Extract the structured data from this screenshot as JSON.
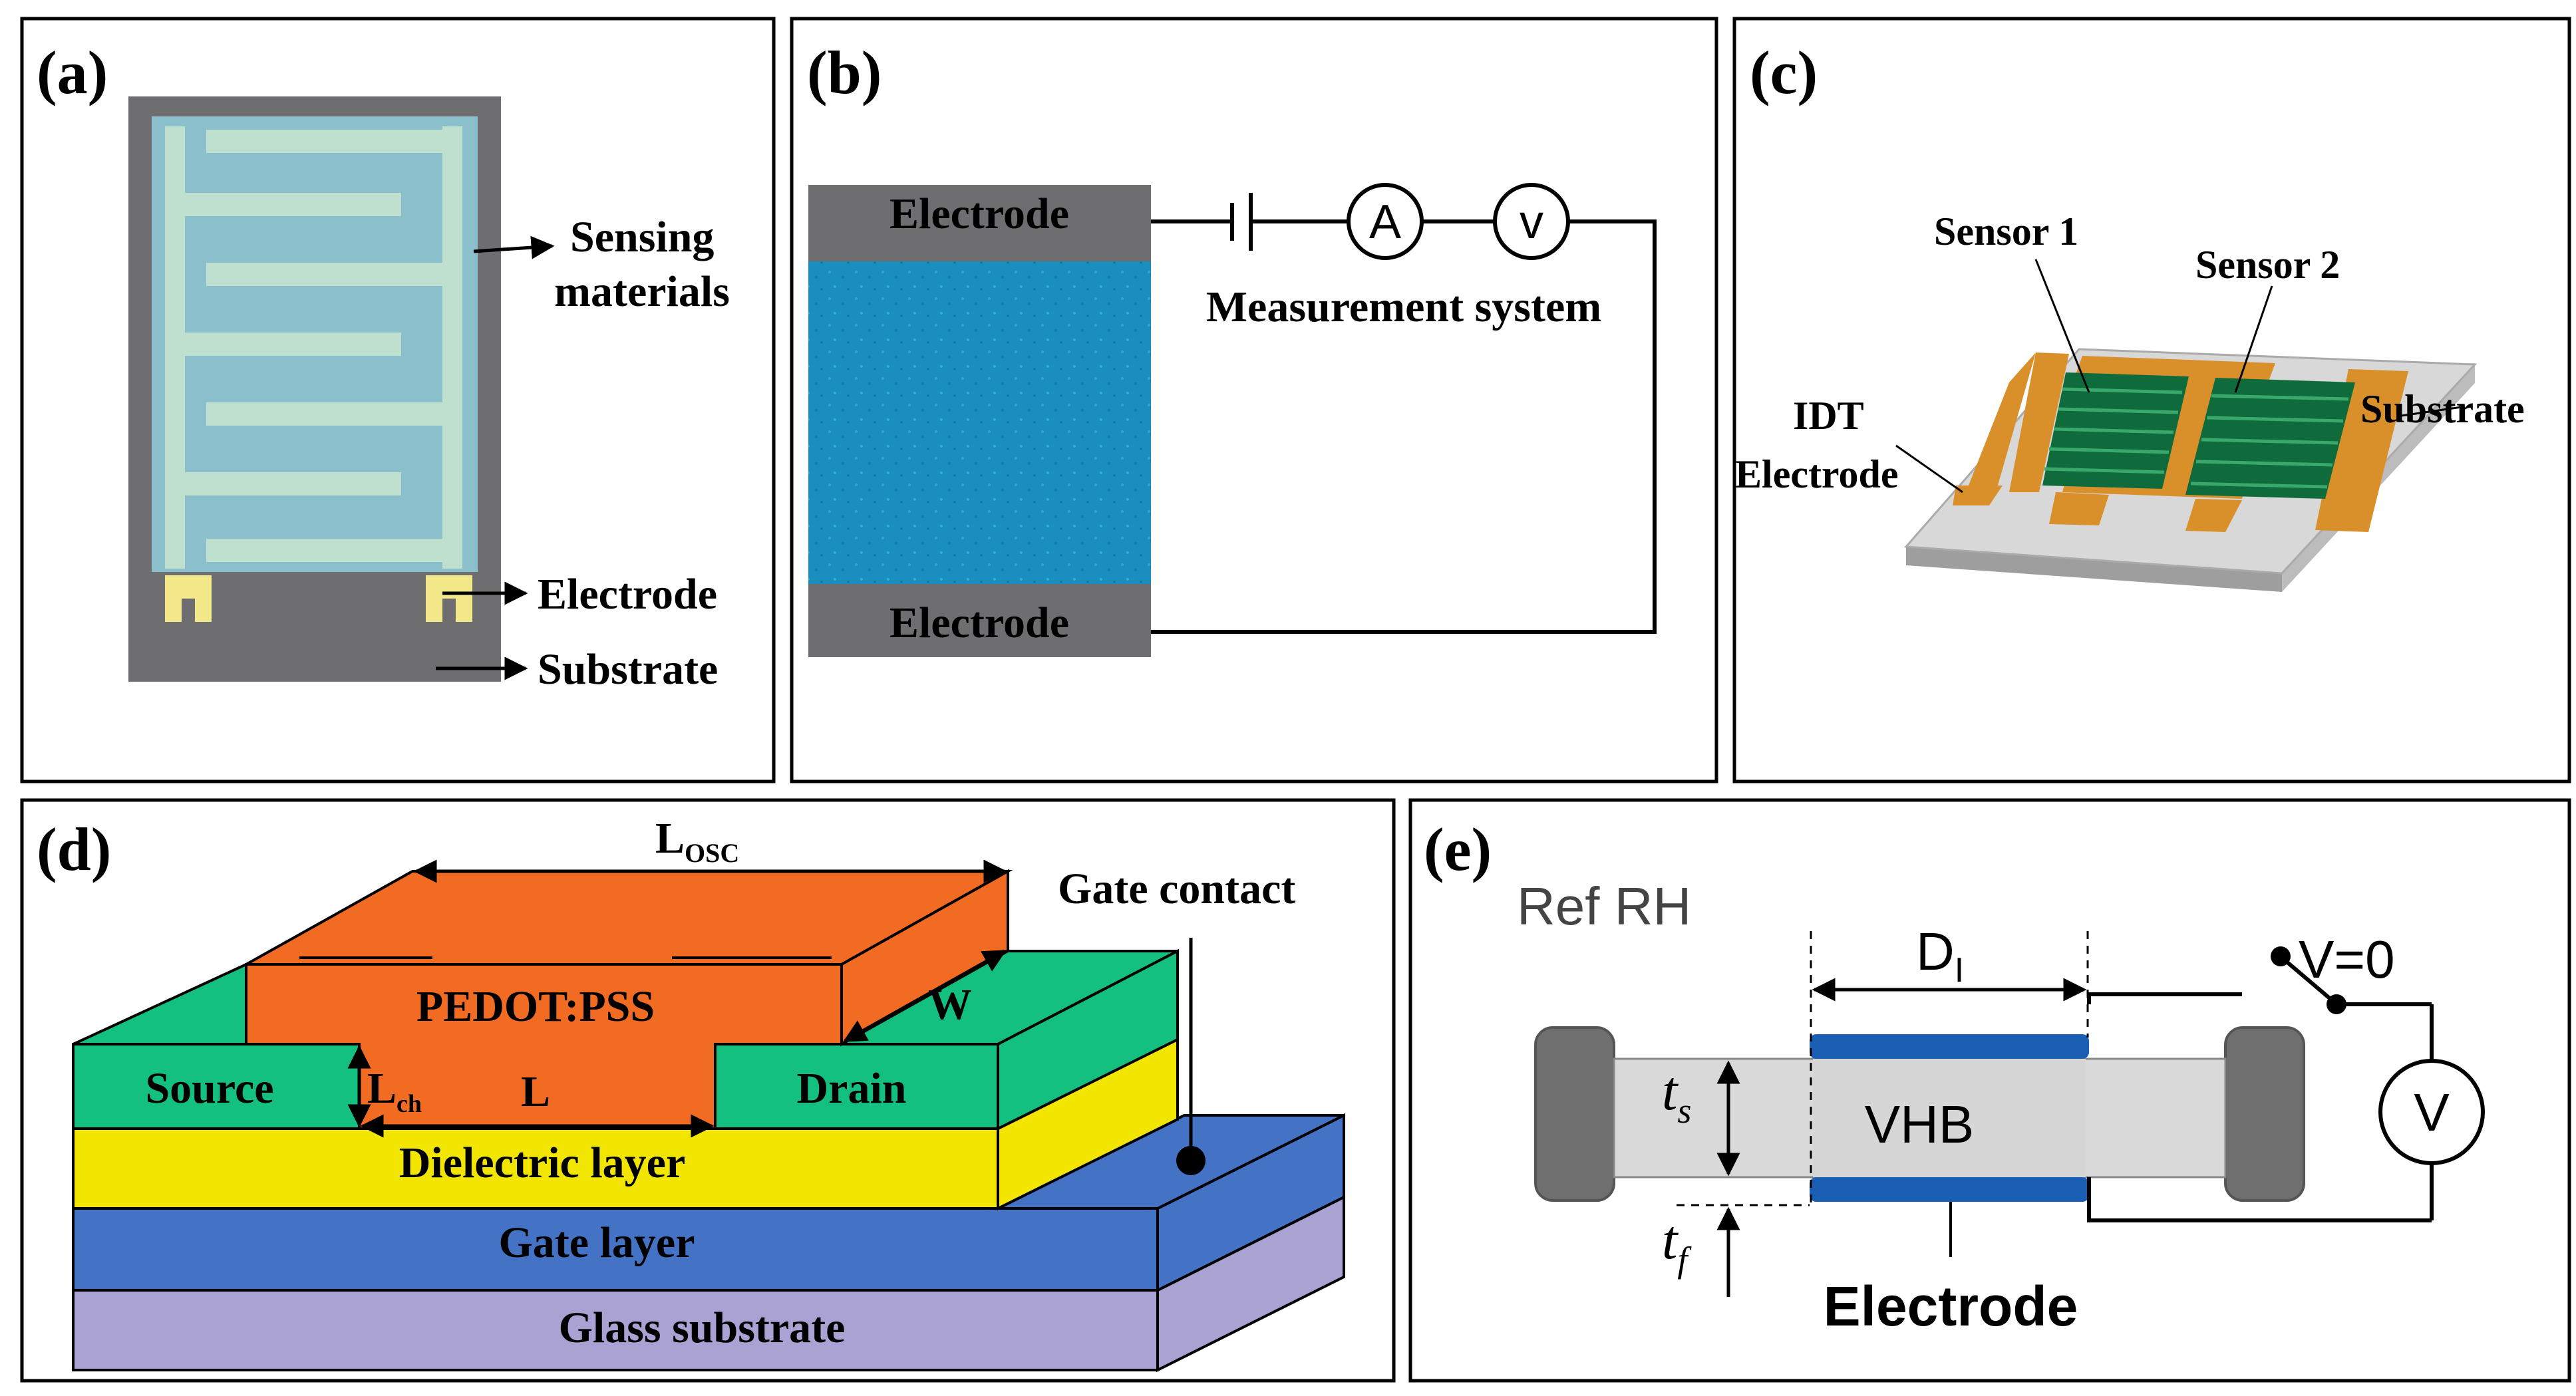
{
  "panels": {
    "a": {
      "label": "(a)",
      "sensing_materials_line1": "Sensing",
      "sensing_materials_line2": "materials",
      "electrode": "Electrode",
      "substrate": "Substrate"
    },
    "b": {
      "label": "(b)",
      "electrode_top": "Electrode",
      "electrode_bottom": "Electrode",
      "measurement_system": "Measurement system",
      "ammeter_symbol": "A",
      "voltmeter_symbol": "v"
    },
    "c": {
      "label": "(c)",
      "sensor1": "Sensor 1",
      "sensor2": "Sensor 2",
      "idt_line1": "IDT",
      "idt_line2": "Electrode",
      "substrate": "Substrate"
    },
    "d": {
      "label": "(d)",
      "l_osc_main": "L",
      "l_osc_sub": "OSC",
      "pedot": "PEDOT:PSS",
      "w": "W",
      "gate_contact": "Gate contact",
      "source": "Source",
      "drain": "Drain",
      "l_ch_main": "L",
      "l_ch_sub": "ch",
      "l": "L",
      "dielectric": "Dielectric layer",
      "gate_layer": "Gate layer",
      "glass": "Glass substrate"
    },
    "e": {
      "label": "(e)",
      "ref_rh": "Ref RH",
      "d_main": "D",
      "d_sub": "I",
      "v_zero": "V=0",
      "ts_main": "t",
      "ts_sub": "s",
      "tf_main": "t",
      "tf_sub": "f",
      "vhb": "VHB",
      "voltmeter": "V",
      "electrode": "Electrode"
    }
  },
  "colors": {
    "substrate_gray": "#6e6e70",
    "sensing_blue": "#8cbfcc",
    "electrode_green": "#bfe0cf",
    "pad_yellow": "#f4e98a",
    "water_blue": "#1a8fbf",
    "idt_orange": "#d9902a",
    "sensor_green": "#0f6b3c",
    "pedot_orange": "#f26b22",
    "green_layer": "#13c07f",
    "dielectric_yellow": "#f2e600",
    "gate_blue": "#4472c4",
    "glass_purple": "#a9a2d2",
    "vhb_gray": "#d9d9d9",
    "film_blue": "#1a5fb4"
  }
}
